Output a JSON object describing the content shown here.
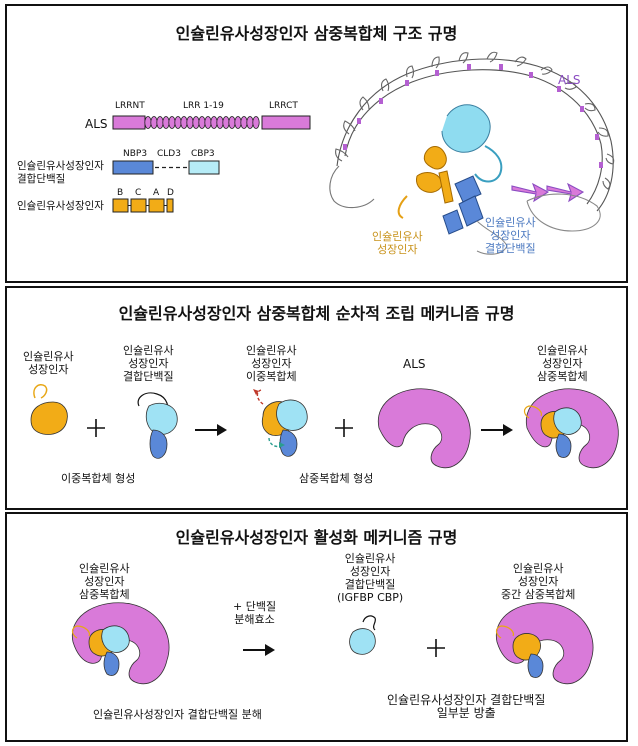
{
  "colors": {
    "als": "#d97ad9",
    "ibp": "#8fdcf0",
    "igf": "#f2ac17",
    "ibp_dark": "#5a88d8",
    "purple_text": "#8a4cc2",
    "blue_text": "#4a78c0",
    "gold_text": "#c8921a"
  },
  "panel1": {
    "title": "인슐린유사성장인자 삼중복합체 구조 규명",
    "als_label": "ALS",
    "lrrnt": "LRRNT",
    "lrr": "LRR 1-19",
    "lrrct": "LRRCT",
    "ibp_label": "인슐린유사성장인자\n결합단백질",
    "nbp3": "NBP3",
    "cld3": "CLD3",
    "cbp3": "CBP3",
    "igf_label": "인슐린유사성장인자",
    "b": "B",
    "c": "C",
    "a": "A",
    "d": "D",
    "struct_als": "ALS",
    "struct_igf": "인슐린유사\n성장인자",
    "struct_ibp": "인슐린유사\n성장인자\n결합단백질"
  },
  "panel2": {
    "title": "인슐린유사성장인자 삼중복합체 순차적 조립 메커니즘 규명",
    "igf": "인슐린유사\n성장인자",
    "ibp": "인슐린유사\n성장인자\n결합단백질",
    "binary": "인슐린유사\n성장인자\n이중복합체",
    "als": "ALS",
    "ternary": "인슐린유사\n성장인자\n삼중복합체",
    "step1": "이중복합체 형성",
    "step2": "삼중복합체 형성",
    "plus": "+"
  },
  "panel3": {
    "title": "인슐린유사성장인자 활성화 메커니즘 규명",
    "ternary": "인슐린유사\n성장인자\n삼중복합체",
    "protease": "+ 단백질\n분해효소",
    "fragment": "인슐린유사\n성장인자\n결합단백질\n(IGFBP CBP)",
    "intermediate": "인슐린유사\n성장인자\n중간 삼중복합체",
    "caption_left": "인슐린유사성장인자 결합단백질 분해",
    "caption_right": "인슐린유사성장인자 결합단백질\n일부분 방출",
    "plus": "+"
  }
}
